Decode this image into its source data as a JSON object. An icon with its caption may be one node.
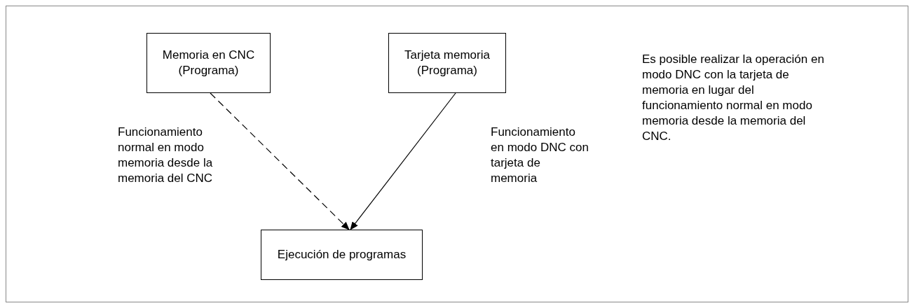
{
  "diagram": {
    "nodes": [
      {
        "text": [
          "Memoria en CNC (Programa)"
        ]
      },
      {
        "text": [
          "Tarjeta memoria (Programa)"
        ]
      },
      {
        "text": [
          "Ejecución de programas"
        ]
      }
    ],
    "edges": [
      {
        "from": 0,
        "to": 2,
        "arrow": "to",
        "style": "dashed",
        "label": "Funcionamiento normal en modo memoria desde la memoria del CNC"
      },
      {
        "from": 1,
        "to": 2,
        "arrow": "to",
        "label": "Funcionamiento en modo DNC con tarjeta de memoria"
      }
    ],
    "labels": [
      "Es posible realizar la operación en modo DNC con la tarjeta de memoria en lugar del funcionamiento normal en modo memoria desde la memoria del CNC."
    ]
  }
}
